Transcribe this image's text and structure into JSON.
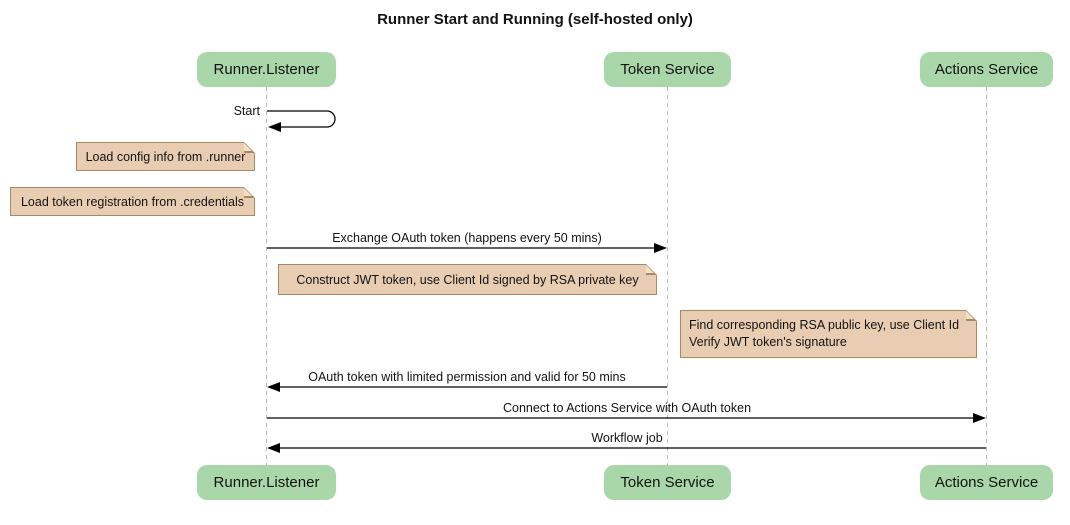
{
  "title": "Runner Start and Running (self-hosted only)",
  "colors": {
    "participant_fill": "#a9d7aa",
    "note_fill": "#e9cdb2",
    "note_border": "#a78a62",
    "lifeline": "#b9b9b9",
    "arrow": "#000000",
    "text": "#131313",
    "page_bg": "#ffffff"
  },
  "participants": [
    {
      "label": "Runner.Listener"
    },
    {
      "label": "Token Service"
    },
    {
      "label": "Actions Service"
    }
  ],
  "messages": {
    "start": "Start",
    "exchange": "Exchange OAuth token (happens every 50 mins)",
    "oauth_return": "OAuth token with limited permission and valid for 50 mins",
    "connect": "Connect to Actions Service with OAuth token",
    "workflow": "Workflow job"
  },
  "notes": {
    "load_config": "Load config info from .runner",
    "load_credentials": "Load token registration from .credentials",
    "construct_jwt": "Construct JWT token, use Client Id signed by RSA private key",
    "find_key_line1": "Find corresponding RSA public key, use Client Id",
    "find_key_line2": "Verify JWT token's signature"
  }
}
